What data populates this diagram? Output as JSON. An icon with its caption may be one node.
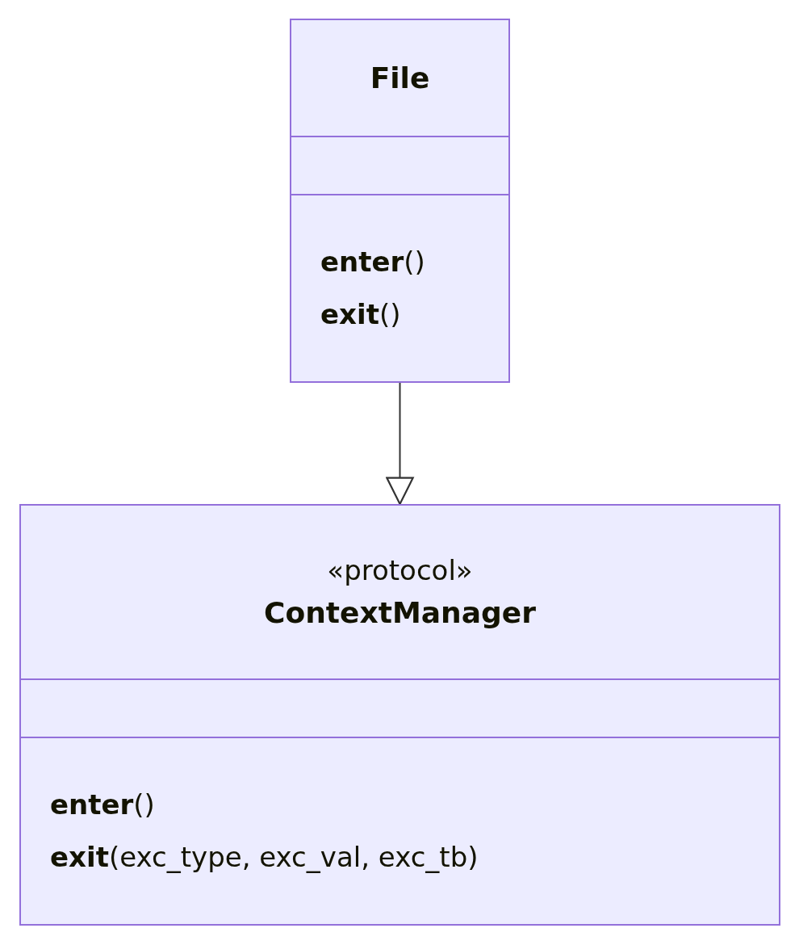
{
  "diagram": {
    "nodes": [
      {
        "text": [
          "File",
          "**enter**()",
          "**exit**()"
        ]
      },
      {
        "text": [
          "«protocol»",
          "ContextManager",
          "**enter**()",
          "**exit**(exc_type, exc_val, exc_tb)"
        ]
      }
    ],
    "edges": [
      {
        "from": 0,
        "to": 1,
        "arrow": "to"
      }
    ]
  }
}
